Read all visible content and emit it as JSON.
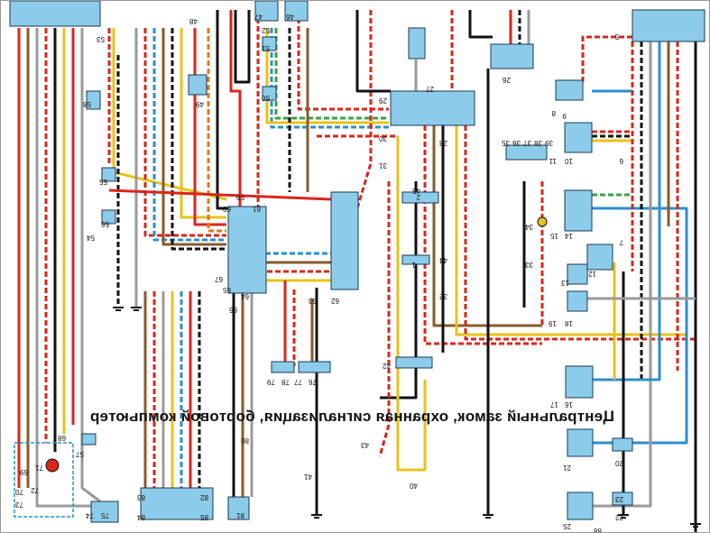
{
  "title": "Центральный замок, охранная сигнализация, бортовой компьютер",
  "colors": {
    "block_fill": "#8ccbea",
    "block_border": "#1a3a55",
    "red": "#d9261c",
    "yellow": "#e8c21a",
    "blue": "#2a8fd0",
    "green": "#3aa04a",
    "brown": "#8a5a2b",
    "black": "#111111",
    "grey": "#9a9a9a",
    "orange": "#e07a1a"
  },
  "component_labels": [
    "58",
    "55",
    "56",
    "59",
    "60",
    "61",
    "62",
    "63",
    "64",
    "65",
    "66",
    "67",
    "27",
    "28",
    "29",
    "30",
    "31",
    "26",
    "2",
    "1",
    "5",
    "6",
    "7",
    "8",
    "9",
    "10",
    "11",
    "12",
    "13",
    "14",
    "15",
    "16",
    "17",
    "18",
    "19",
    "20",
    "21",
    "22",
    "23",
    "25",
    "32",
    "33",
    "34",
    "35",
    "36",
    "37",
    "38",
    "39",
    "40",
    "41",
    "42",
    "43",
    "44",
    "45",
    "46",
    "47",
    "48",
    "49",
    "50",
    "51",
    "52",
    "53",
    "54",
    "57",
    "68",
    "69",
    "70",
    "71",
    "72",
    "73",
    "74",
    "75",
    "76",
    "77",
    "78",
    "79",
    "80",
    "81",
    "82",
    "83",
    "84",
    "85",
    "86"
  ]
}
